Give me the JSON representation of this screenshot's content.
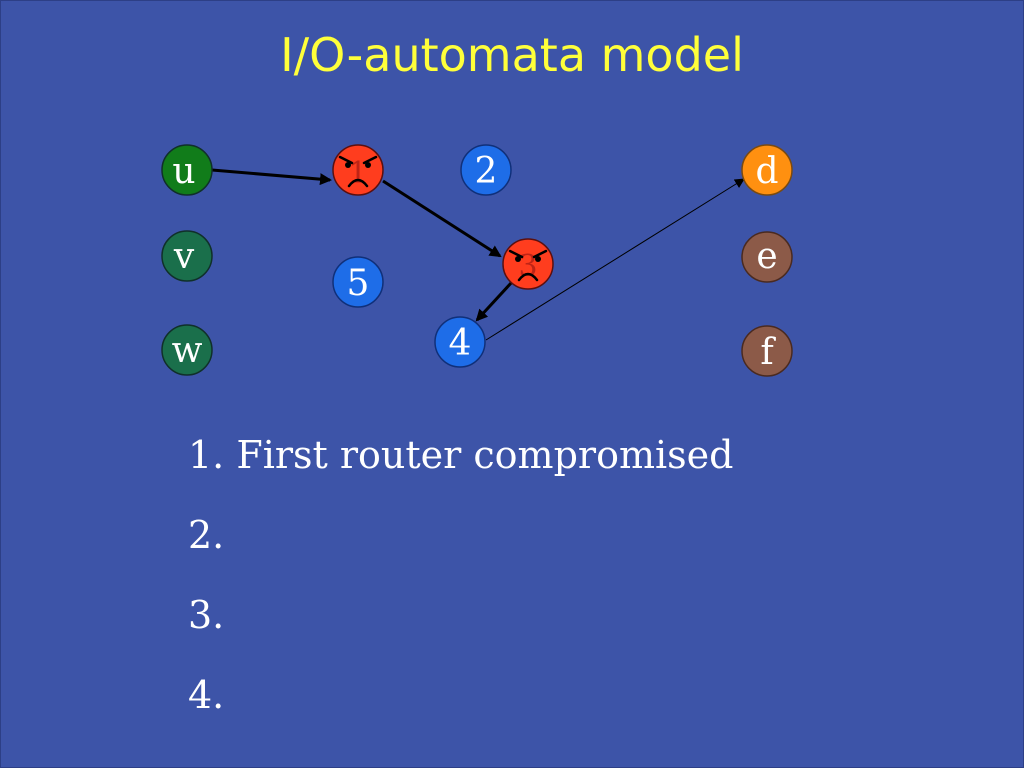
{
  "slide": {
    "title": "I/O-automata model",
    "background_color": "#3d54a8",
    "title_color": "#ffff3a"
  },
  "diagram": {
    "nodes": {
      "u": {
        "label": "u",
        "color": "#117c1a"
      },
      "v": {
        "label": "v",
        "color": "#1a6f4b"
      },
      "w": {
        "label": "w",
        "color": "#1a6f4b"
      },
      "r1": {
        "label": "1",
        "color": "#ff3d1e",
        "state": "compromised",
        "icon": "angry-face-icon"
      },
      "r2": {
        "label": "2",
        "color": "#1e6de8"
      },
      "r3": {
        "label": "3",
        "color": "#ff3d1e",
        "state": "compromised",
        "icon": "angry-face-icon"
      },
      "r4": {
        "label": "4",
        "color": "#1e6de8"
      },
      "r5": {
        "label": "5",
        "color": "#1e6de8"
      },
      "d": {
        "label": "d",
        "color": "#ff9010"
      },
      "e": {
        "label": "e",
        "color": "#8c5a48"
      },
      "f": {
        "label": "f",
        "color": "#8c5a48"
      }
    },
    "edges": [
      {
        "from": "u",
        "to": "r1",
        "style": "thick"
      },
      {
        "from": "r1",
        "to": "r3",
        "style": "thick"
      },
      {
        "from": "r3",
        "to": "r4",
        "style": "thick"
      },
      {
        "from": "r4",
        "to": "d",
        "style": "thin"
      }
    ]
  },
  "list": {
    "items": [
      "1. First router compromised",
      "2.",
      "3.",
      "4."
    ]
  }
}
